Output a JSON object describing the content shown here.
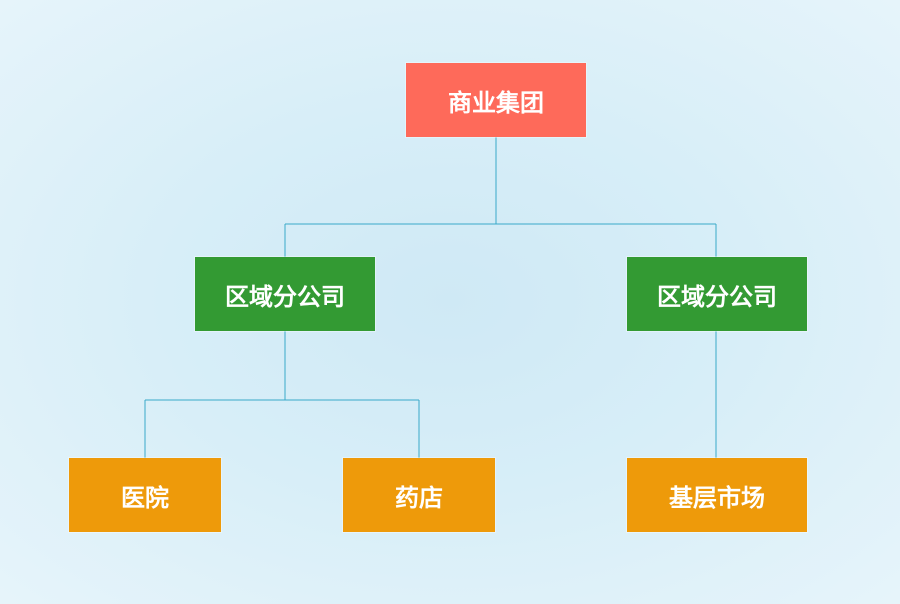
{
  "colors": {
    "root": "#fe6a5a",
    "region": "#339a33",
    "leaf": "#ee9a0a",
    "connector": "#39a9c9"
  },
  "nodes": {
    "root": {
      "label": "商业集团"
    },
    "region_left": {
      "label": "区域分公司"
    },
    "region_right": {
      "label": "区域分公司"
    },
    "hospital": {
      "label": "医院"
    },
    "pharmacy": {
      "label": "药店"
    },
    "market": {
      "label": "基层市场"
    }
  }
}
